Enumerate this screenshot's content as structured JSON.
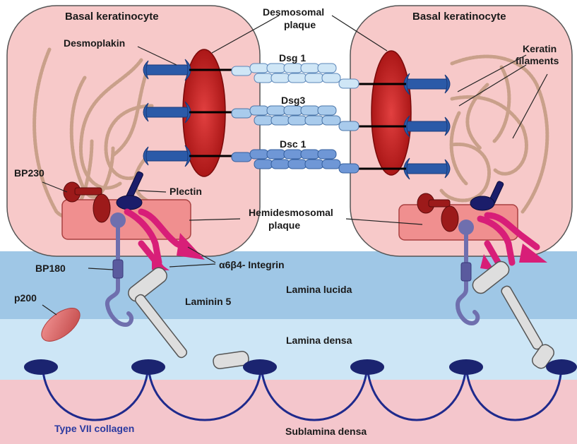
{
  "labels": {
    "basal_left": "Basal keratinocyte",
    "basal_right": "Basal keratinocyte",
    "desmosomal_plaque_1": "Desmosomal",
    "desmosomal_plaque_2": "plaque",
    "desmoplakin": "Desmoplakin",
    "keratin_1": "Keratin",
    "keratin_2": "filaments",
    "dsg1": "Dsg 1",
    "dsg3": "Dsg3",
    "dsc1": "Dsc 1",
    "bp230": "BP230",
    "plectin": "Plectin",
    "hemi_1": "Hemidesmosomal",
    "hemi_2": "plaque",
    "bp180": "BP180",
    "integrin": "α6β4- Integrin",
    "lamina_lucida": "Lamina lucida",
    "laminin": "Laminin 5",
    "p200": "p200",
    "lamina_densa": "Lamina densa",
    "collagen": "Type VII collagen",
    "sublamina": "Sublamina densa"
  },
  "colors": {
    "cell_fill": "#f7c9c9",
    "plaque_red": "#c01818",
    "desmoplakin_blue": "#2b5aa8",
    "keratin": "#c9a08a",
    "lucida": "#9fc7e6",
    "densa": "#cde6f6",
    "sublamina": "#f4c6cc",
    "collagen": "#1f2a8c",
    "integrin": "#d81e78",
    "bp180": "#6f6fae",
    "bp230": "#9c1a1a",
    "laminin": "#dedede",
    "text_collagen": "#2a3aa0"
  }
}
